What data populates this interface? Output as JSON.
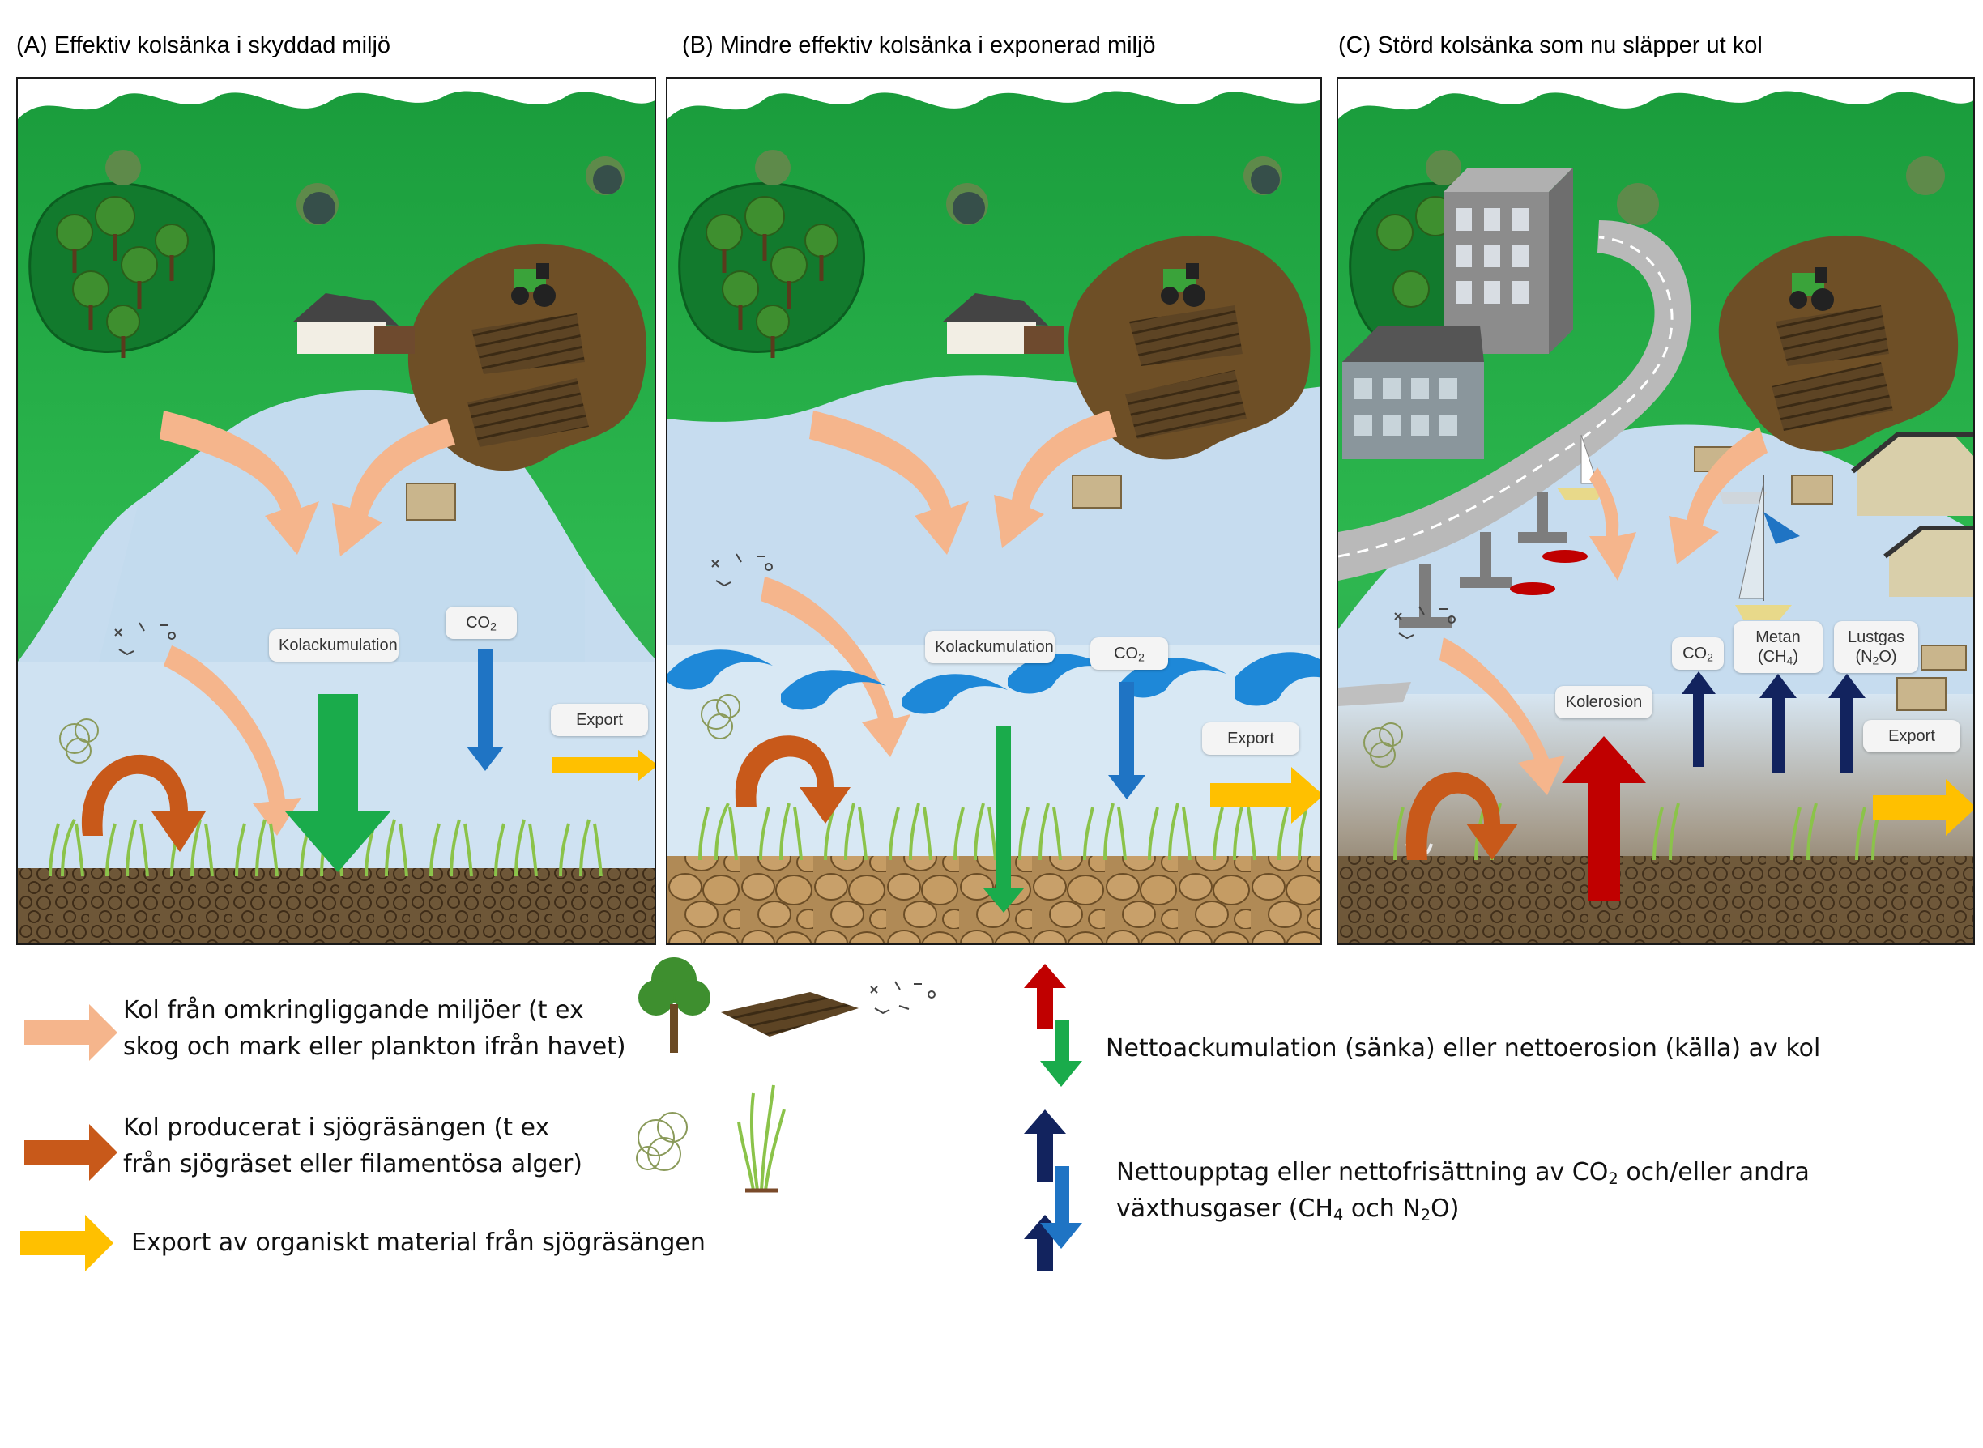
{
  "panels": [
    {
      "title": "(A) Effektiv kolsänka i skyddad miljö",
      "accumulation": "Kolackumulation",
      "co2": "CO",
      "co2_sub": "2",
      "export": "Export"
    },
    {
      "title": "(B) Mindre effektiv kolsänka i exponerad miljö",
      "accumulation": "Kolackumulation",
      "co2": "CO",
      "co2_sub": "2",
      "export": "Export"
    },
    {
      "title": "(C) Störd kolsänka som nu släpper ut kol",
      "erosion": "Kolerosion",
      "co2": "CO",
      "co2_sub": "2",
      "methane": "Metan",
      "methane_formula": "(CH",
      "methane_sub": "4",
      "methane_close": ")",
      "nitrous": "Lustgas",
      "nitrous_formula": "(N",
      "nitrous_sub": "2",
      "nitrous_close": "O)",
      "export": "Export"
    }
  ],
  "legend": {
    "surrounding_line1": "Kol från omkringliggande miljöer (t ex",
    "surrounding_line2": "skog och mark eller plankton ifrån havet)",
    "produced_line1": "Kol producerat i sjögräsängen (t ex",
    "produced_line2": "från sjögräset eller filamentösa alger)",
    "export": "Export av organiskt material från sjögräsängen",
    "net_accumulation": "Nettoackumulation (sänka) eller nettoerosion (källa) av kol",
    "gas_line1_a": "Nettoupptag eller nettofrisättning av CO",
    "gas_line1_sub": "2",
    "gas_line1_b": " och/eller andra",
    "gas_line2_a": "växthusgaser (CH",
    "gas_line2_sub1": "4",
    "gas_line2_b": " och N",
    "gas_line2_sub2": "2",
    "gas_line2_c": "O)"
  },
  "colors": {
    "surrounding_carbon": "#f5b58c",
    "produced_carbon": "#c8591a",
    "export": "#ffc000",
    "accumulation": "#1aab4b",
    "erosion": "#c00000",
    "co2_uptake": "#1f74c4",
    "gas_release": "#12235e"
  }
}
